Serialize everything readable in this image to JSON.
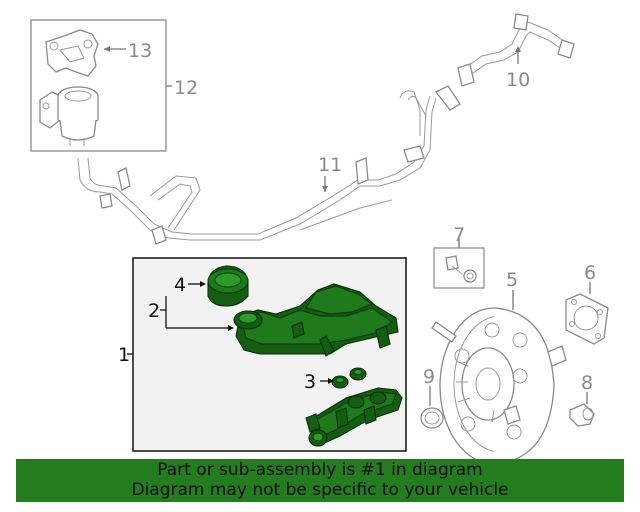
{
  "callouts": {
    "c1": "1",
    "c2": "2",
    "c3": "3",
    "c4": "4",
    "c5": "5",
    "c6": "6",
    "c7": "7",
    "c8": "8",
    "c9": "9",
    "c10": "10",
    "c11": "11",
    "c12": "12",
    "c13": "13"
  },
  "banner": {
    "line1": "Part or sub-assembly is #1 in diagram",
    "line2": "Diagram may not be specific to your vehicle"
  },
  "colors": {
    "highlight": "#1f7a1c",
    "banner_bg": "#237d1f",
    "outline": "#8a8a8a"
  }
}
